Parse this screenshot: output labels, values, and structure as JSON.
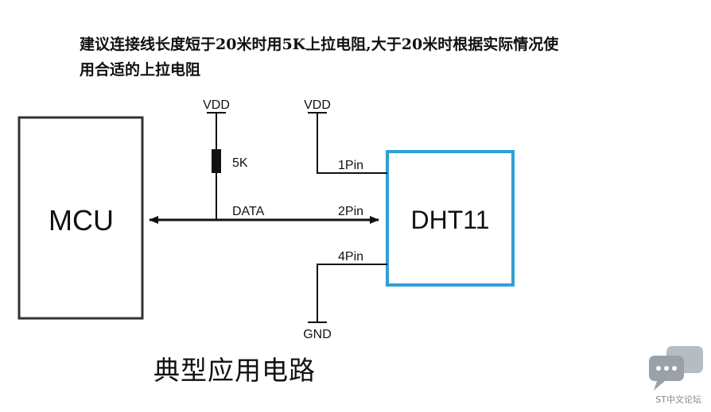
{
  "note": {
    "line1": "建议连接线长度短于20米时用5K上拉电阻,大于20米时根据实际情况使",
    "line2": "用合适的上拉电阻"
  },
  "diagram": {
    "mcu_label": "MCU",
    "sensor_label": "DHT11",
    "vdd_left": "VDD",
    "vdd_right": "VDD",
    "resistor_label": "5K",
    "data_label": "DATA",
    "pin1": "1Pin",
    "pin2": "2Pin",
    "pin4": "4Pin",
    "gnd": "GND"
  },
  "caption": "典型应用电路",
  "watermark": "ST中文论坛",
  "colors": {
    "sensor_border": "#2ea0d6",
    "line": "#111111",
    "watermark_icon": "#9aa1a8"
  }
}
